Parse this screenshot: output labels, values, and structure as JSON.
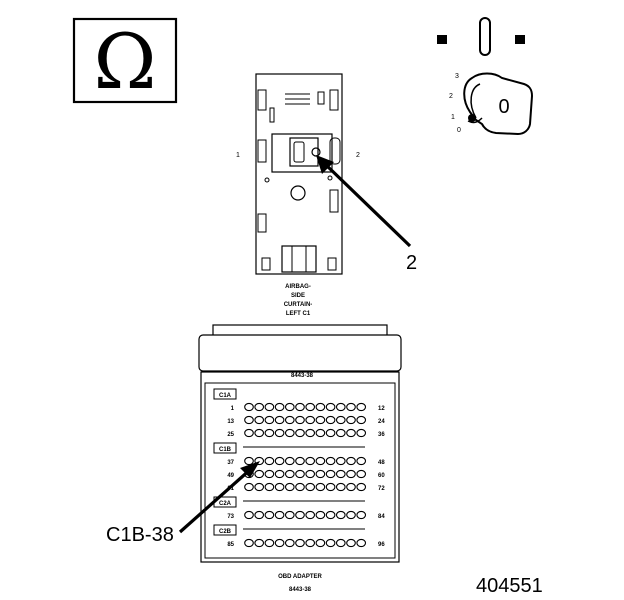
{
  "ohm_symbol": "Ω",
  "key_switch": {
    "positions": [
      "3",
      "2",
      "1",
      "0"
    ],
    "key_label": "0"
  },
  "connector": {
    "pin_left": "1",
    "pin_right": "2",
    "name_lines": [
      "AIRBAG-",
      "SIDE",
      "CURTAIN-",
      "LEFT C1"
    ]
  },
  "callouts": {
    "connector_pin": "2",
    "adapter_pin": "C1B-38"
  },
  "adapter": {
    "model_top": "8443-38",
    "sections": [
      "C1A",
      "C1B",
      "C2A",
      "C2B"
    ],
    "left_numbers": [
      "1",
      "13",
      "25",
      "37",
      "49",
      "61",
      "73",
      "85"
    ],
    "right_numbers": [
      "12",
      "24",
      "36",
      "48",
      "60",
      "72",
      "84",
      "96"
    ],
    "caption_lines": [
      "OBD ADAPTER",
      "8443-38"
    ]
  },
  "figure_number": "404551"
}
